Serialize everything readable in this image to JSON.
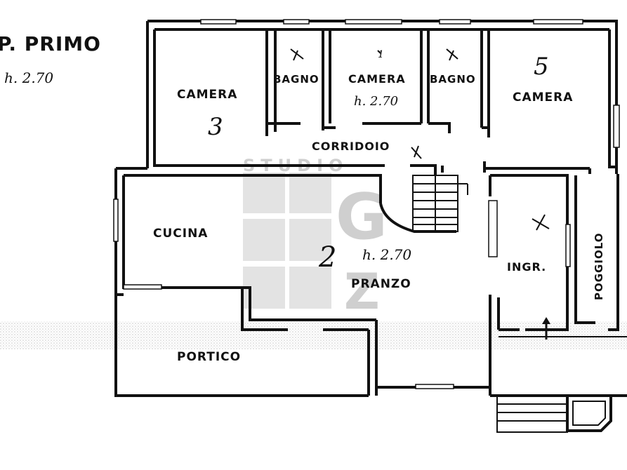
{
  "floor": {
    "title": "P. PRIMO",
    "height": "h. 2.70"
  },
  "rooms": {
    "camera_3": {
      "label": "CAMERA",
      "number": "3"
    },
    "bagno_left": {
      "label": "BAGNO"
    },
    "camera_1": {
      "label": "CAMERA",
      "number": "1",
      "height": "h. 2.70"
    },
    "bagno_right": {
      "label": "BAGNO"
    },
    "camera_5": {
      "label": "CAMERA",
      "number": "5"
    },
    "corridoio": {
      "label": "CORRIDOIO"
    },
    "cucina": {
      "label": "CUCINA"
    },
    "pranzo": {
      "label": "PRANZO",
      "number": "2",
      "height": "h. 2.70"
    },
    "ingresso": {
      "label": "INGR."
    },
    "poggiolo": {
      "label": "POGGIOLO"
    },
    "portico": {
      "label": "PORTICO"
    }
  },
  "watermark": {
    "text": "STUDIO",
    "letter": "G",
    "letter2": "Z"
  },
  "colors": {
    "ink": "#111111",
    "watermark": "#d9d9d9",
    "ground_dots": "#9a9a9a"
  }
}
